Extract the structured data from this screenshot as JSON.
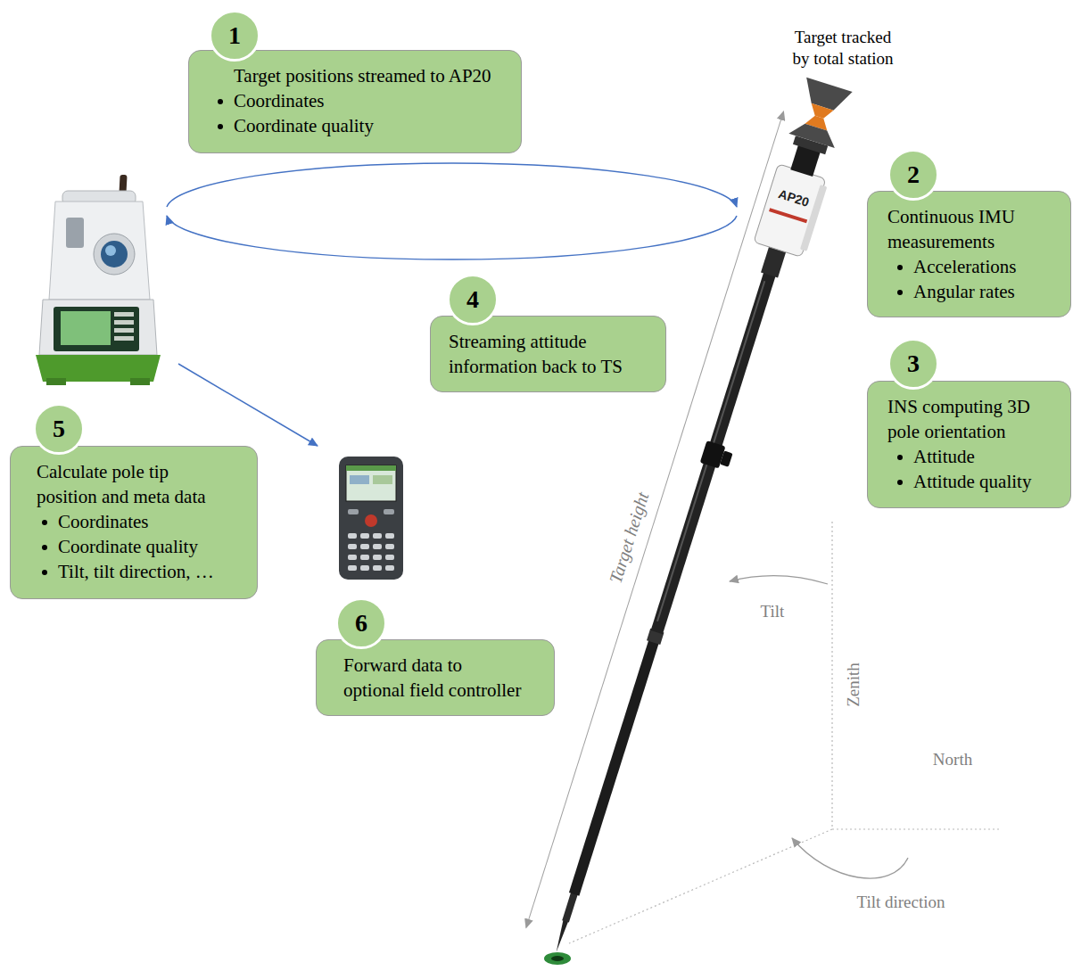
{
  "diagram": {
    "nodes": [
      {
        "text": [
          "1"
        ]
      },
      {
        "text": [
          "Target positions streamed to AP20",
          "Coordinates",
          "Coordinate quality"
        ]
      },
      {
        "text": [
          "2"
        ]
      },
      {
        "text": [
          "Continuous IMU measurements",
          "Accelerations",
          "Angular rates"
        ]
      },
      {
        "text": [
          "3"
        ]
      },
      {
        "text": [
          "INS computing 3D pole orientation",
          "Attitude",
          "Attitude quality"
        ]
      },
      {
        "text": [
          "4"
        ]
      },
      {
        "text": [
          "Streaming attitude information back to TS"
        ]
      },
      {
        "text": [
          "5"
        ]
      },
      {
        "text": [
          "Calculate pole tip position and meta data",
          "Coordinates",
          "Coordinate quality",
          "Tilt, tilt direction, …"
        ]
      },
      {
        "text": [
          "6"
        ]
      },
      {
        "text": [
          "Forward data to optional field controller"
        ]
      }
    ],
    "labels": [
      "Target tracked by total station",
      "AP20",
      "Target height",
      "Tilt",
      "Zenith",
      "North",
      "Tilt direction"
    ]
  }
}
